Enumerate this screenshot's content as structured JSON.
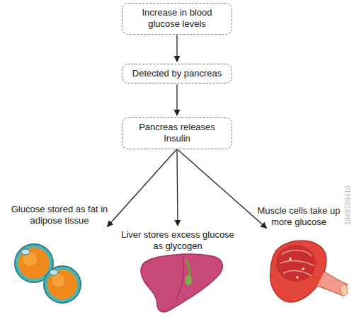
{
  "diagram": {
    "nodes": [
      {
        "text": [
          "Increase in blood glucose levels"
        ]
      },
      {
        "text": [
          "Detected by pancreas"
        ]
      },
      {
        "text": [
          "Pancreas releases Insulin"
        ]
      },
      {
        "text": [
          "Glucose stored as fat in adipose tissue"
        ]
      },
      {
        "text": [
          "Liver stores excess glucose as glycogen"
        ]
      },
      {
        "text": [
          "Muscle cells take up more glucose"
        ]
      }
    ],
    "edges": [
      {
        "from": 0,
        "to": 1,
        "arrow": "to"
      },
      {
        "from": 1,
        "to": 2,
        "arrow": "to"
      },
      {
        "from": 2,
        "to": 3,
        "arrow": "to"
      },
      {
        "from": 2,
        "to": 4,
        "arrow": "to"
      },
      {
        "from": 2,
        "to": 5,
        "arrow": "to"
      }
    ],
    "labels": [
      "1848789410"
    ]
  }
}
